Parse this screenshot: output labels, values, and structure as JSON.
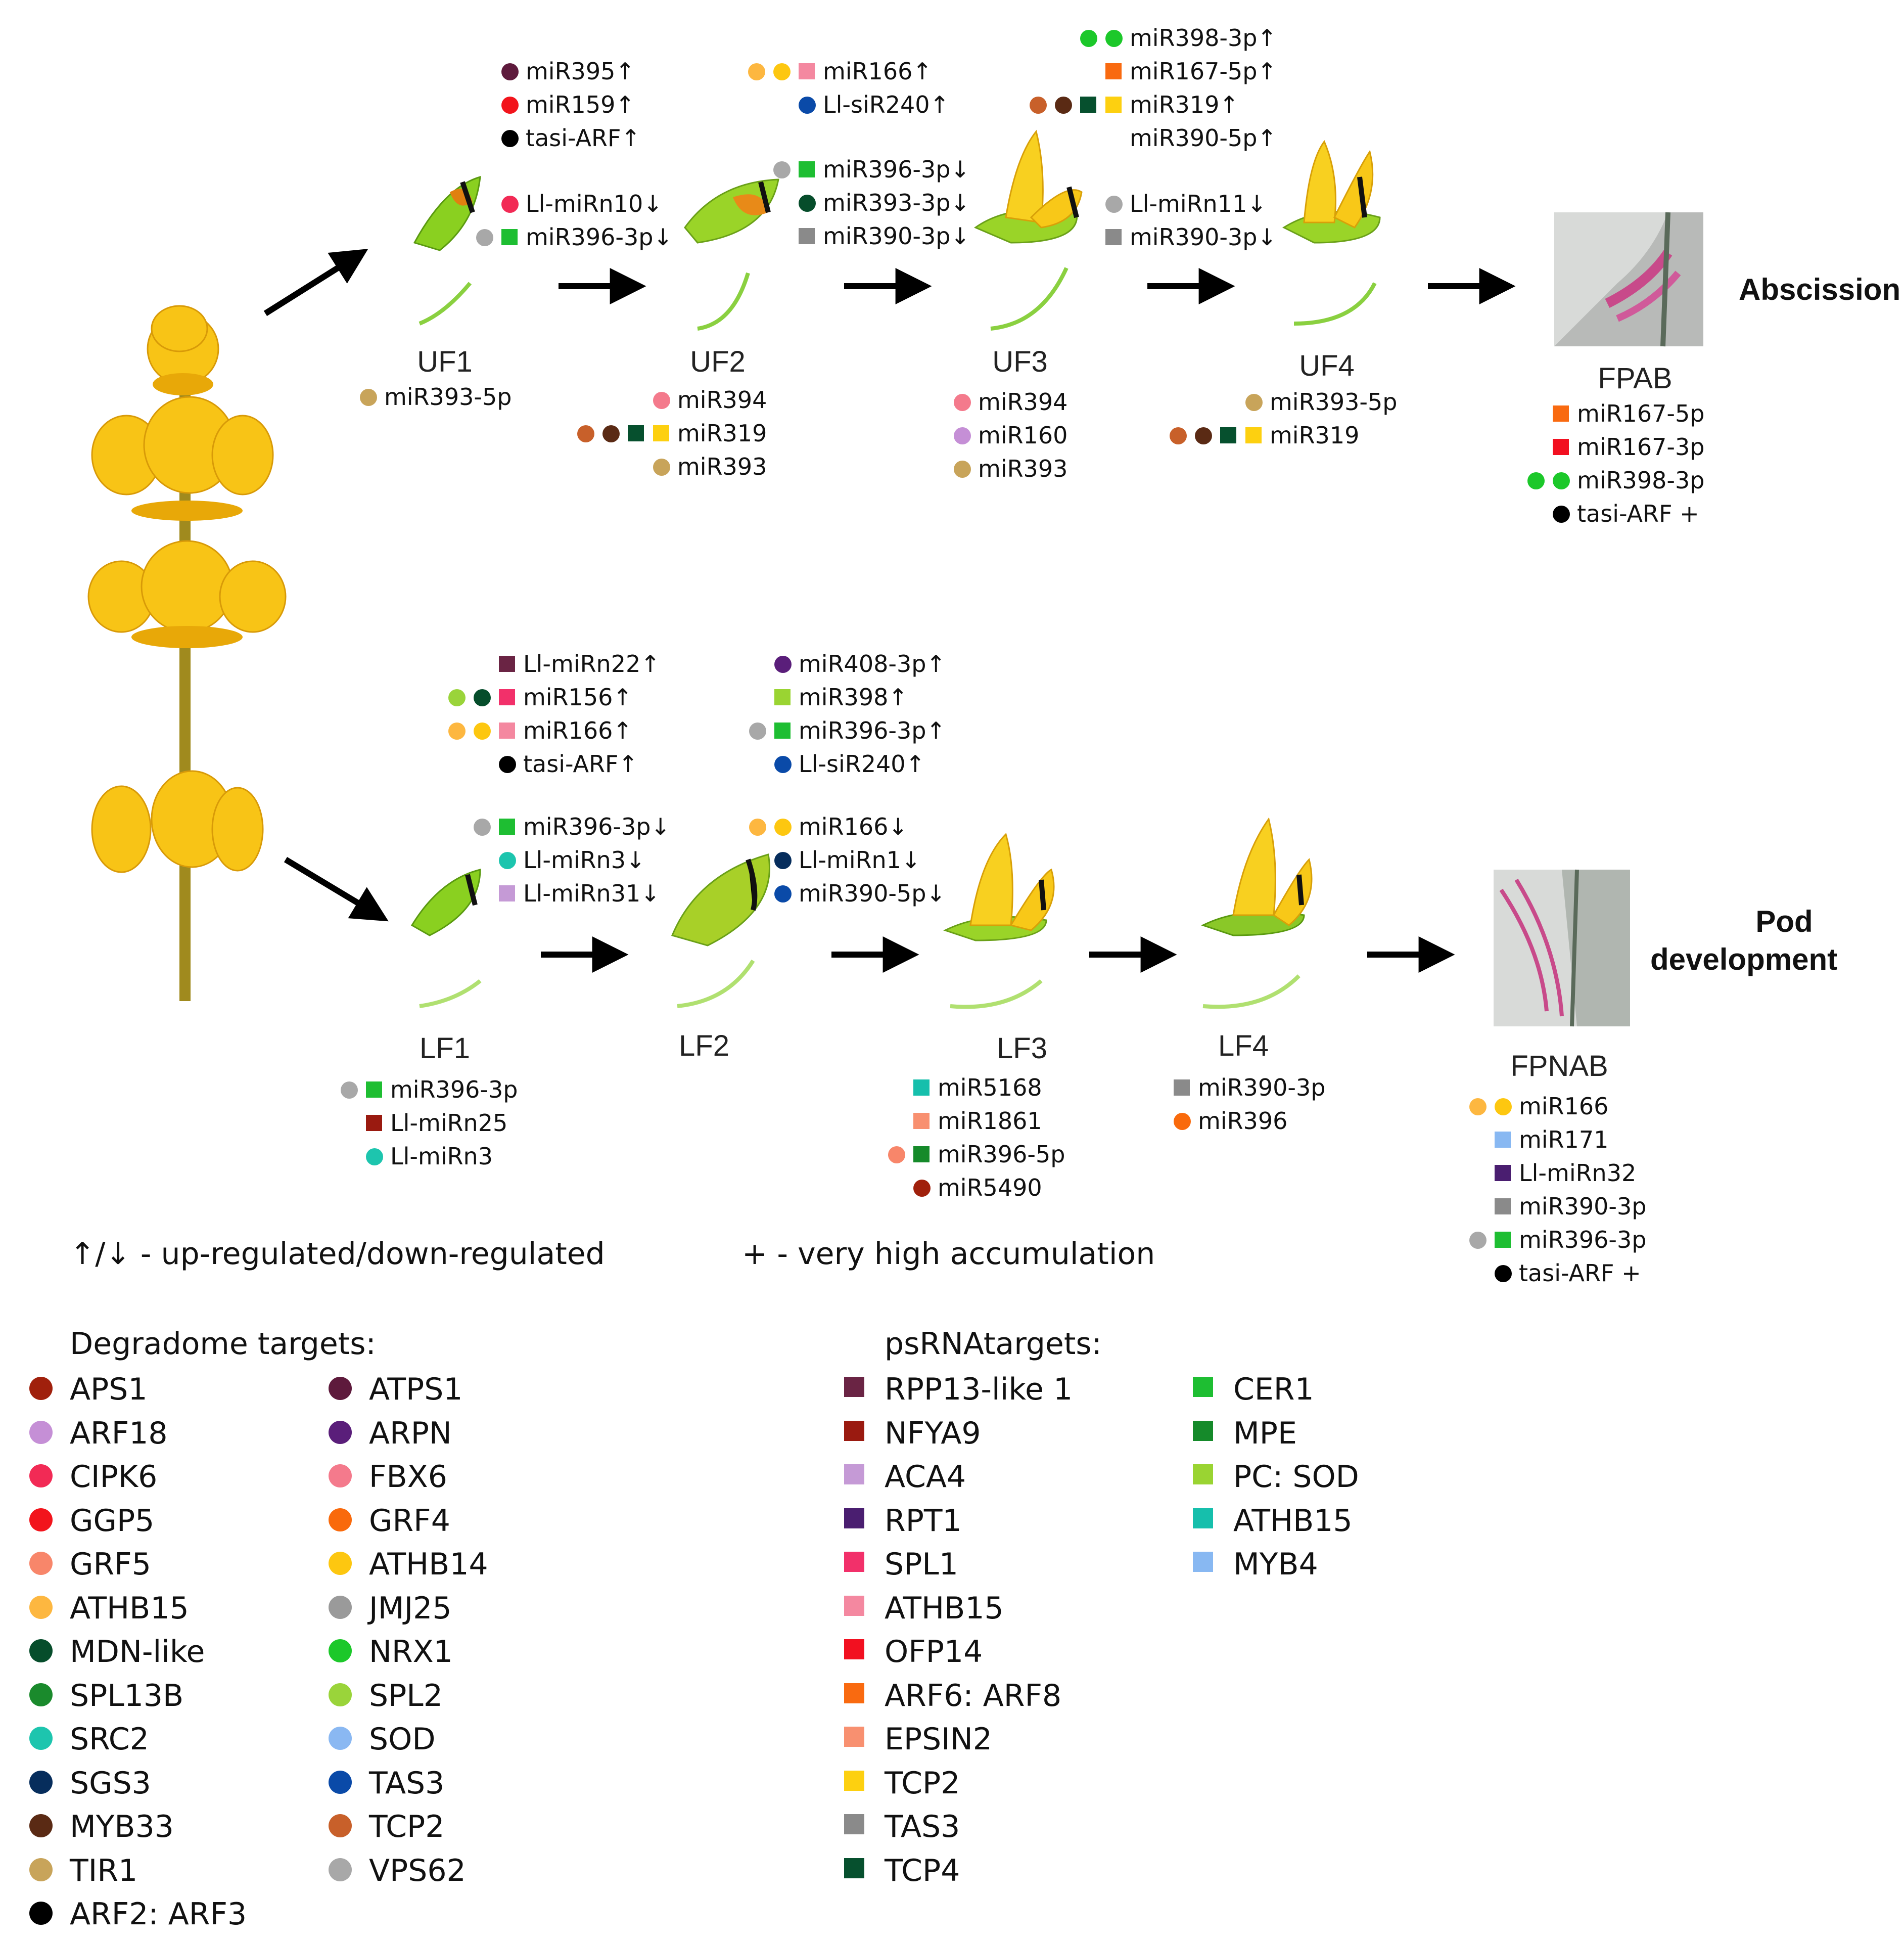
{
  "colors": {
    "APS1": "#a0200c",
    "ARF18": "#c58fd6",
    "CIPK6": "#f22a55",
    "GGP5": "#f2141c",
    "GRF5": "#f8866a",
    "ATHB15": "#fdb740",
    "MDNlike": "#064d2b",
    "SPL13B": "#1a8a2c",
    "SRC2": "#1dc5ae",
    "SGS3": "#062d5c",
    "MYB33": "#5a2a14",
    "TIR1": "#c8a45a",
    "ARF2ARF3": "#000000",
    "ATPS1": "#5e1a3c",
    "ARPN": "#5a1e7a",
    "FBX6": "#f47a8c",
    "GRF4": "#f96a0c",
    "ATHB14": "#fdc710",
    "JMJ25": "#9a9a9a",
    "NRX1": "#1cc82a",
    "SPL2": "#9ad43a",
    "SOD": "#8ab8f2",
    "TAS3": "#0a4aa8",
    "TCP2": "#c8602a",
    "VPS62": "#a8a8a8",
    "RPP13": "#6a2444",
    "NFYA9": "#9a1a10",
    "ACA4": "#c59ad6",
    "RPT1": "#4a1e70",
    "SPL1": "#f2306a",
    "qATHB15": "#f488a0",
    "OFP14": "#f21020",
    "ARF6ARF8": "#f96a10",
    "EPSIN2": "#f89070",
    "qTCP2": "#fdd010",
    "qTAS3": "#8a8a8a",
    "TCP4": "#06502e",
    "CER1": "#1ebe32",
    "MPE": "#158a2a",
    "PCSOD": "#9ad432",
    "qATHB15b": "#16bfac",
    "MYB4": "#88b8f2"
  },
  "arrows_note": "↑/↓ - up-regulated/down-regulated",
  "plus_note": "+ - very high accumulation",
  "titles": {
    "abscission": "Abscission",
    "pod_line1": "Pod",
    "pod_line2": "development"
  },
  "stages": {
    "UF1": "UF1",
    "UF2": "UF2",
    "UF3": "UF3",
    "UF4": "UF4",
    "FPAB": "FPAB",
    "LF1": "LF1",
    "LF2": "LF2",
    "LF3": "LF3",
    "LF4": "LF4",
    "FPNAB": "FPNAB"
  },
  "mirna": {
    "uf1_up": [
      "miR395↑",
      "miR159↑",
      "tasi-ARF↑"
    ],
    "uf1_down": [
      "Ll-miRn10↓",
      "miR396-3p↓"
    ],
    "uf1_below": [
      "miR393-5p"
    ],
    "uf2_up": [
      "miR166↑",
      "Ll-siR240↑"
    ],
    "uf2_down": [
      "miR396-3p↓",
      "miR393-3p↓",
      "miR390-3p↓"
    ],
    "uf2_below": [
      "miR394",
      "miR319",
      "miR393"
    ],
    "uf3_up": [
      "miR398-3p↑",
      "miR167-5p↑",
      "miR319↑",
      "miR390-5p↑"
    ],
    "uf3_down": [
      "Ll-miRn11↓",
      "miR390-3p↓"
    ],
    "uf3_below": [
      "miR394",
      "miR160",
      "miR393"
    ],
    "uf4_below": [
      "miR393-5p",
      "miR319"
    ],
    "fpab": [
      "miR167-5p",
      "miR167-3p",
      "miR398-3p",
      "tasi-ARF +"
    ],
    "lf1_up": [
      "Ll-miRn22↑",
      "miR156↑",
      "miR166↑",
      "tasi-ARF↑"
    ],
    "lf1_down": [
      "miR396-3p↓",
      "Ll-miRn3↓",
      "Ll-miRn31↓"
    ],
    "lf1_below": [
      "miR396-3p",
      "Ll-miRn25",
      "Ll-miRn3"
    ],
    "lf2_up": [
      "miR408-3p↑",
      "miR398↑",
      "miR396-3p↑",
      "Ll-siR240↑"
    ],
    "lf2_down": [
      "miR166↓",
      "Ll-miRn1↓",
      "miR390-5p↓"
    ],
    "lf3_below": [
      "miR5168",
      "miR1861",
      "miR396-5p",
      "miR5490"
    ],
    "lf4_below": [
      "miR390-3p",
      "miR396"
    ],
    "fpnab": [
      "miR166",
      "miR171",
      "Ll-miRn32",
      "miR390-3p",
      "miR396-3p",
      "tasi-ARF +"
    ]
  },
  "legend_degradome": {
    "title": "Degradome targets:",
    "col1": [
      "APS1",
      "ARF18",
      "CIPK6",
      "GGP5",
      "GRF5",
      "ATHB15",
      "MDN-like",
      "SPL13B",
      "SRC2",
      "SGS3",
      "MYB33",
      "TIR1",
      "ARF2: ARF3"
    ],
    "col2": [
      "ATPS1",
      "ARPN",
      "FBX6",
      "GRF4",
      "ATHB14",
      "JMJ25",
      "NRX1",
      "SPL2",
      "SOD",
      "TAS3",
      "TCP2",
      "VPS62"
    ]
  },
  "legend_ps": {
    "title": "psRNAtargets:",
    "col1": [
      "RPP13-like 1",
      "NFYA9",
      "ACA4",
      "RPT1",
      "SPL1",
      "ATHB15",
      "OFP14",
      "ARF6: ARF8",
      "EPSIN2",
      "TCP2",
      "TAS3",
      "TCP4"
    ],
    "col2": [
      "CER1",
      "MPE",
      "PC: SOD",
      "ATHB15",
      "MYB4"
    ]
  }
}
